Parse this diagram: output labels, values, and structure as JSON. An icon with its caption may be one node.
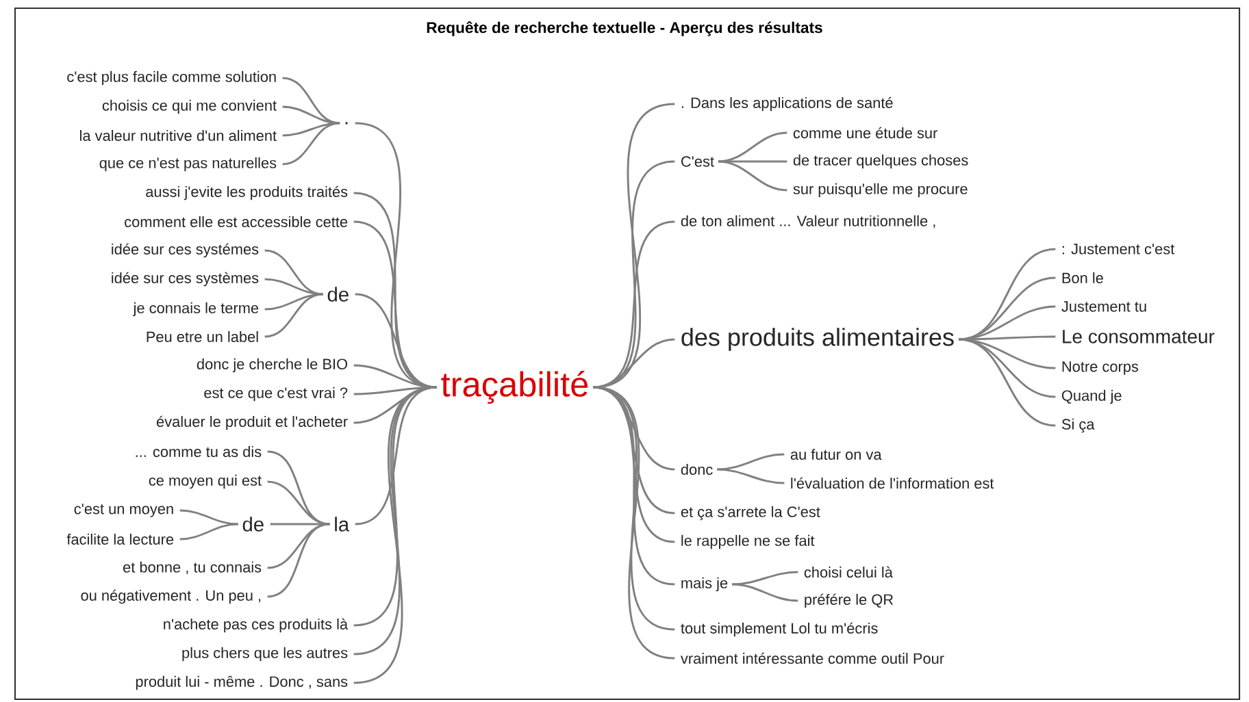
{
  "diagram": {
    "title": "Requête de recherche textuelle - Aperçu des résultats",
    "nodes": [
      {
        "text": [
          "traçabilité"
        ]
      },
      {
        "text": [
          "."
        ]
      },
      {
        "text": [
          "c'est plus facile comme solution"
        ]
      },
      {
        "text": [
          "choisis ce qui me convient"
        ]
      },
      {
        "text": [
          "la valeur nutritive d'un aliment"
        ]
      },
      {
        "text": [
          "que ce n'est pas naturelles"
        ]
      },
      {
        "text": [
          "aussi j'evite les produits traités"
        ]
      },
      {
        "text": [
          "comment elle est accessible cette"
        ]
      },
      {
        "text": [
          "de"
        ]
      },
      {
        "text": [
          "idée sur ces systémes"
        ]
      },
      {
        "text": [
          "idée sur ces systèmes"
        ]
      },
      {
        "text": [
          "je connais le terme"
        ]
      },
      {
        "text": [
          "Peu etre un label"
        ]
      },
      {
        "text": [
          "donc je cherche le BIO"
        ]
      },
      {
        "text": [
          "est ce que c'est vrai ?"
        ]
      },
      {
        "text": [
          "évaluer le produit et l'acheter"
        ]
      },
      {
        "text": [
          "la"
        ]
      },
      {
        "text": [
          "... comme tu as dis"
        ]
      },
      {
        "text": [
          "ce moyen qui est"
        ]
      },
      {
        "text": [
          "de"
        ]
      },
      {
        "text": [
          "c'est un moyen"
        ]
      },
      {
        "text": [
          "facilite la lecture"
        ]
      },
      {
        "text": [
          "et bonne , tu connais"
        ]
      },
      {
        "text": [
          "ou négativement . Un peu ,"
        ]
      },
      {
        "text": [
          "n'achete pas ces produits là"
        ]
      },
      {
        "text": [
          "plus chers que les autres"
        ]
      },
      {
        "text": [
          "produit lui - même . Donc , sans"
        ]
      },
      {
        "text": [
          ". Dans les applications de santé"
        ]
      },
      {
        "text": [
          "C'est"
        ]
      },
      {
        "text": [
          "comme une étude sur"
        ]
      },
      {
        "text": [
          "de tracer quelques choses"
        ]
      },
      {
        "text": [
          "sur puisqu'elle me procure"
        ]
      },
      {
        "text": [
          "de ton aliment ... Valeur nutritionnelle ,"
        ]
      },
      {
        "text": [
          "des produits alimentaires"
        ]
      },
      {
        "text": [
          ": Justement c'est"
        ]
      },
      {
        "text": [
          "Bon le"
        ]
      },
      {
        "text": [
          "Justement tu"
        ]
      },
      {
        "text": [
          "Le consommateur"
        ]
      },
      {
        "text": [
          "Notre corps"
        ]
      },
      {
        "text": [
          "Quand je"
        ]
      },
      {
        "text": [
          "Si ça"
        ]
      },
      {
        "text": [
          "donc"
        ]
      },
      {
        "text": [
          "au futur on va"
        ]
      },
      {
        "text": [
          "l'évaluation de l'information est"
        ]
      },
      {
        "text": [
          "et ça s'arrete la C'est"
        ]
      },
      {
        "text": [
          "le rappelle ne se fait"
        ]
      },
      {
        "text": [
          "mais je"
        ]
      },
      {
        "text": [
          "choisi celui là"
        ]
      },
      {
        "text": [
          "préfére le QR"
        ]
      },
      {
        "text": [
          "tout simplement Lol tu m'écris"
        ]
      },
      {
        "text": [
          "vraiment intéressante comme outil Pour"
        ]
      }
    ],
    "edges": [
      {
        "from": 0,
        "to": 1,
        "arrow": "none"
      },
      {
        "from": 1,
        "to": 2,
        "arrow": "none"
      },
      {
        "from": 1,
        "to": 3,
        "arrow": "none"
      },
      {
        "from": 1,
        "to": 4,
        "arrow": "none"
      },
      {
        "from": 1,
        "to": 5,
        "arrow": "none"
      },
      {
        "from": 0,
        "to": 6,
        "arrow": "none"
      },
      {
        "from": 0,
        "to": 7,
        "arrow": "none"
      },
      {
        "from": 0,
        "to": 8,
        "arrow": "none"
      },
      {
        "from": 8,
        "to": 9,
        "arrow": "none"
      },
      {
        "from": 8,
        "to": 10,
        "arrow": "none"
      },
      {
        "from": 8,
        "to": 11,
        "arrow": "none"
      },
      {
        "from": 8,
        "to": 12,
        "arrow": "none"
      },
      {
        "from": 0,
        "to": 13,
        "arrow": "none"
      },
      {
        "from": 0,
        "to": 14,
        "arrow": "none"
      },
      {
        "from": 0,
        "to": 15,
        "arrow": "none"
      },
      {
        "from": 0,
        "to": 16,
        "arrow": "none"
      },
      {
        "from": 16,
        "to": 17,
        "arrow": "none"
      },
      {
        "from": 16,
        "to": 18,
        "arrow": "none"
      },
      {
        "from": 16,
        "to": 19,
        "arrow": "none"
      },
      {
        "from": 19,
        "to": 20,
        "arrow": "none"
      },
      {
        "from": 19,
        "to": 21,
        "arrow": "none"
      },
      {
        "from": 16,
        "to": 22,
        "arrow": "none"
      },
      {
        "from": 16,
        "to": 23,
        "arrow": "none"
      },
      {
        "from": 0,
        "to": 24,
        "arrow": "none"
      },
      {
        "from": 0,
        "to": 25,
        "arrow": "none"
      },
      {
        "from": 0,
        "to": 26,
        "arrow": "none"
      },
      {
        "from": 0,
        "to": 27,
        "arrow": "none"
      },
      {
        "from": 0,
        "to": 28,
        "arrow": "none"
      },
      {
        "from": 28,
        "to": 29,
        "arrow": "none"
      },
      {
        "from": 28,
        "to": 30,
        "arrow": "none"
      },
      {
        "from": 28,
        "to": 31,
        "arrow": "none"
      },
      {
        "from": 0,
        "to": 32,
        "arrow": "none"
      },
      {
        "from": 0,
        "to": 33,
        "arrow": "none"
      },
      {
        "from": 33,
        "to": 34,
        "arrow": "none"
      },
      {
        "from": 33,
        "to": 35,
        "arrow": "none"
      },
      {
        "from": 33,
        "to": 36,
        "arrow": "none"
      },
      {
        "from": 33,
        "to": 37,
        "arrow": "none"
      },
      {
        "from": 33,
        "to": 38,
        "arrow": "none"
      },
      {
        "from": 33,
        "to": 39,
        "arrow": "none"
      },
      {
        "from": 33,
        "to": 40,
        "arrow": "none"
      },
      {
        "from": 0,
        "to": 41,
        "arrow": "none"
      },
      {
        "from": 41,
        "to": 42,
        "arrow": "none"
      },
      {
        "from": 41,
        "to": 43,
        "arrow": "none"
      },
      {
        "from": 0,
        "to": 44,
        "arrow": "none"
      },
      {
        "from": 0,
        "to": 45,
        "arrow": "none"
      },
      {
        "from": 0,
        "to": 46,
        "arrow": "none"
      },
      {
        "from": 46,
        "to": 47,
        "arrow": "none"
      },
      {
        "from": 46,
        "to": 48,
        "arrow": "none"
      },
      {
        "from": 0,
        "to": 49,
        "arrow": "none"
      },
      {
        "from": 0,
        "to": 50,
        "arrow": "none"
      }
    ]
  }
}
